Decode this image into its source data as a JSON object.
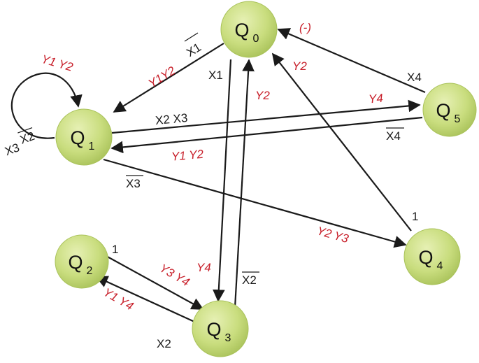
{
  "colors": {
    "node_fill": "#c9dd7e",
    "node_stroke": "#a9c25a",
    "edge": "#1a1a1a",
    "label_red": "#c8202b",
    "label_black": "#1a1a1a"
  },
  "nodes": [
    {
      "id": "q0",
      "name": "Q",
      "sub": "0"
    },
    {
      "id": "q1",
      "name": "Q",
      "sub": "1"
    },
    {
      "id": "q2",
      "name": "Q",
      "sub": "2"
    },
    {
      "id": "q3",
      "name": "Q",
      "sub": "3"
    },
    {
      "id": "q4",
      "name": "Q",
      "sub": "4"
    },
    {
      "id": "q5",
      "name": "Q",
      "sub": "5"
    }
  ],
  "labels": {
    "q0_output": "(-)",
    "q0_q1_cond": "X1",
    "q0_q1_out": "Y1Y2",
    "q0_q3_cond": "X1",
    "q0_q3_out": "Y4",
    "q3_q0_cond": "X2",
    "q3_q0_out": "Y2",
    "q4_q0_cond": "1",
    "q4_q0_out": "Y2",
    "q5_q0_cond": "X4",
    "q1_q5_cond": "X2 X3",
    "q1_q5_out": "Y4",
    "q5_q1_cond": "X4",
    "q5_q1_out": "Y1 Y2",
    "q1_q4_cond": "X3",
    "q1_q4_out": "Y2 Y3",
    "q1_self_cond_a": "X3",
    "q1_self_cond_b": "X2",
    "q1_self_out": "Y1 Y2",
    "q2_q3_cond": "1",
    "q2_q3_out": "Y3 Y4",
    "q3_q2_cond": "X2",
    "q3_q2_out": "Y1 Y4"
  }
}
